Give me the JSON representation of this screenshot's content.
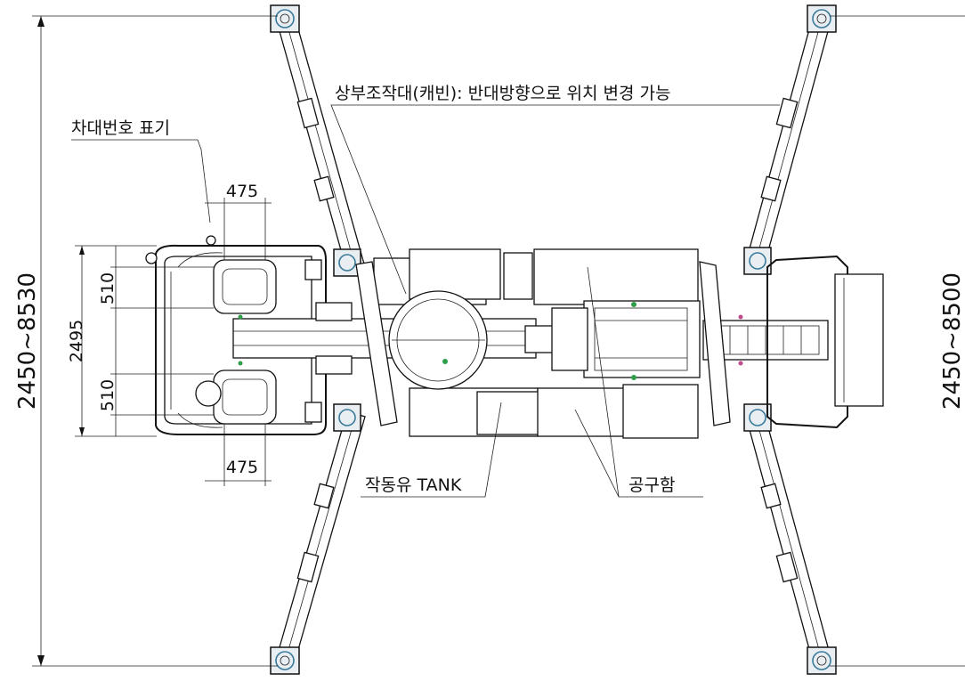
{
  "dimensions": {
    "left_total_width": "2450~8530",
    "right_total_width": "2450~8500",
    "cab_width": "2495",
    "seat_offset_top": "510",
    "seat_offset_bottom": "510",
    "seat_width_top": "475",
    "seat_width_bottom": "475"
  },
  "labels": {
    "plate_number": "차대번호 표기",
    "upper_control": "상부조작대(캐빈): 반대방향으로 위치 변경 가능",
    "hydraulic_tank": "작동유 TANK",
    "toolbox": "공구함"
  },
  "colors": {
    "line": "#111111",
    "pad_accent": "#3a7a9a",
    "marker_green": "#2e9e4a",
    "marker_pink": "#c04a8a"
  }
}
